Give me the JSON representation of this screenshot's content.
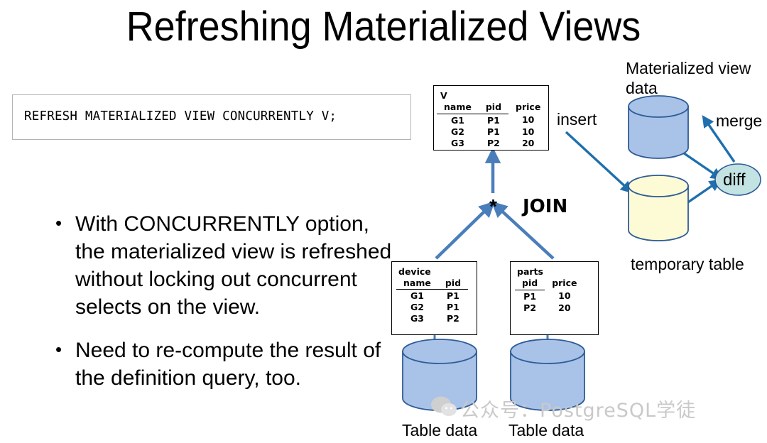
{
  "slide": {
    "title": "Refreshing Materialized Views"
  },
  "code_block": {
    "sql": "REFRESH MATERIALIZED VIEW CONCURRENTLY V;"
  },
  "bullets": [
    "With CONCURRENTLY option, the materialized view is refreshed without locking out concurrent selects on the view.",
    "Need to re-compute the result of the definition query, too."
  ],
  "bullet_marker": "•",
  "diagram": {
    "tables": {
      "v": {
        "name": "V",
        "columns": [
          "name",
          "pid",
          "price"
        ],
        "underlined_columns": [
          "name",
          "pid"
        ],
        "rows": [
          [
            "G1",
            "P1",
            "10"
          ],
          [
            "G2",
            "P1",
            "10"
          ],
          [
            "G3",
            "P2",
            "20"
          ]
        ]
      },
      "device": {
        "name": "device",
        "columns": [
          "name",
          "pid"
        ],
        "underlined_columns": [
          "name",
          "pid"
        ],
        "rows": [
          [
            "G1",
            "P1"
          ],
          [
            "G2",
            "P1"
          ],
          [
            "G3",
            "P2"
          ]
        ]
      },
      "parts": {
        "name": "parts",
        "columns": [
          "pid",
          "price"
        ],
        "underlined_columns": [
          "pid"
        ],
        "rows": [
          [
            "P1",
            "10"
          ],
          [
            "P2",
            "20"
          ]
        ]
      }
    },
    "labels": {
      "join": "JOIN",
      "star": "*",
      "insert": "insert",
      "merge": "merge",
      "diff": "diff",
      "materialized_view_data": "Materialized view data",
      "temporary_table": "temporary table",
      "table_data_left": "Table data",
      "table_data_right": "Table data"
    },
    "colors": {
      "cylinder_blue_fill": "#a9c2e8",
      "cylinder_blue_stroke": "#2e5c97",
      "cylinder_yellow_fill": "#fdfbd6",
      "cylinder_yellow_stroke": "#2e5c97",
      "diff_fill": "#c3e2e2",
      "diff_stroke": "#2e5c97",
      "arrow_blue": "#4a7ebb",
      "arrow_dark_blue": "#1f6fad",
      "box_border": "#000000",
      "code_border": "#b4b4b4"
    }
  },
  "watermark": {
    "text": "公众号：PostgreSQL学徒"
  }
}
